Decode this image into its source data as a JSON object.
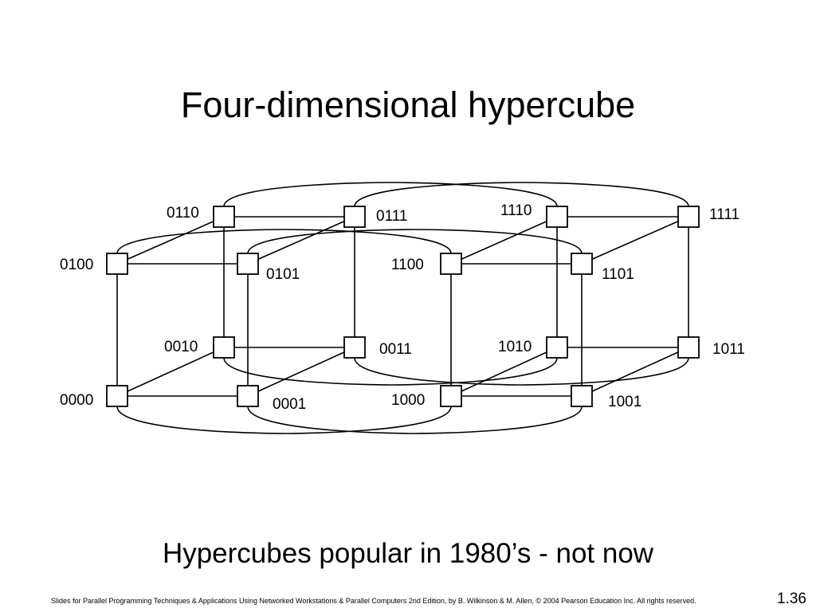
{
  "slide": {
    "title": "Four-dimensional hypercube",
    "subtitle": "Hypercubes popular in 1980’s - not now",
    "footer": "Slides for Parallel Programming Techniques & Applications Using Networked Workstations & Parallel Computers 2nd Edition, by B. Wilkinson & M. Allen, © 2004 Pearson Education Inc. All rights reserved.",
    "slide_number": "1.36"
  },
  "diagram": {
    "nodes": [
      {
        "label": "0000"
      },
      {
        "label": "0001"
      },
      {
        "label": "0010"
      },
      {
        "label": "0011"
      },
      {
        "label": "0100"
      },
      {
        "label": "0101"
      },
      {
        "label": "0110"
      },
      {
        "label": "0111"
      },
      {
        "label": "1000"
      },
      {
        "label": "1001"
      },
      {
        "label": "1010"
      },
      {
        "label": "1011"
      },
      {
        "label": "1100"
      },
      {
        "label": "1101"
      },
      {
        "label": "1110"
      },
      {
        "label": "1111"
      }
    ]
  }
}
